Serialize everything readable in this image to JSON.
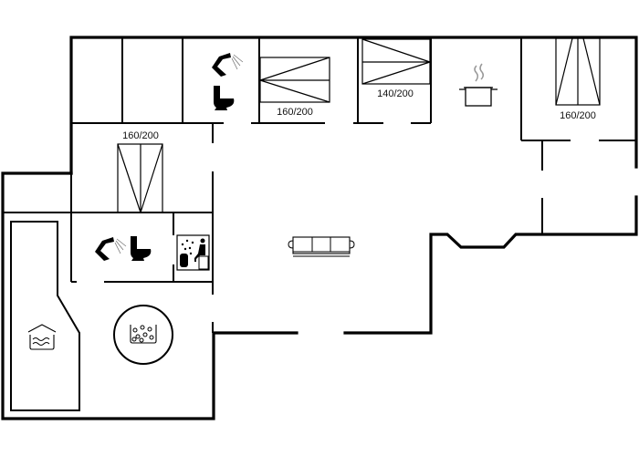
{
  "floor_plan": {
    "colors": {
      "wall": "#000000",
      "background": "#ffffff",
      "steam": "#999999"
    },
    "beds": [
      {
        "label": "160/200"
      },
      {
        "label": "140/200"
      },
      {
        "label": "160/200"
      },
      {
        "label": "160/200"
      }
    ],
    "icons": [
      "shower-icon",
      "toilet-icon",
      "cooking-pot-icon",
      "sofa-icon",
      "sauna-icon",
      "pool-icon",
      "jacuzzi-icon"
    ]
  }
}
